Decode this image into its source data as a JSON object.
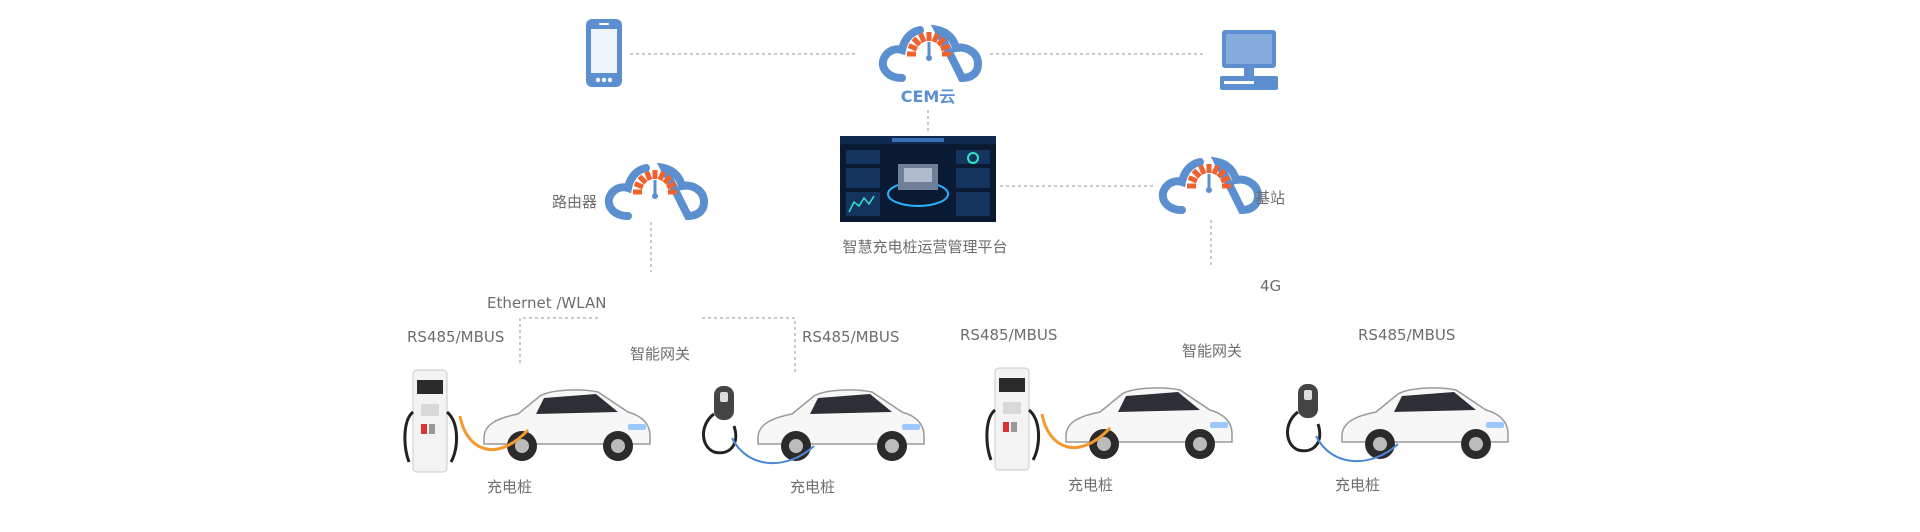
{
  "colors": {
    "cloud_blue": "#5b8fd0",
    "gauge_orange": "#f0622d",
    "device_blue": "#5b8fd0",
    "line_gray": "#b9b9b9",
    "text_gray": "#6d6d6d"
  },
  "icons": [
    "smartphone-icon",
    "cloud-gauge-icon",
    "desktop-computer-icon",
    "dashboard-screen-icon",
    "charging-station-icon",
    "electric-car-icon"
  ],
  "top": {
    "cloud_label": "CEM云"
  },
  "platform": {
    "label": "智慧充电桩运营管理平台"
  },
  "router": {
    "label": "路由器"
  },
  "base_station": {
    "label": "基站",
    "link_label": "4G"
  },
  "network": {
    "ethernet_label": "Ethernet /WLAN",
    "gateway_label_1": "智能网关",
    "gateway_label_2": "智能网关"
  },
  "groups": [
    {
      "protocol": "RS485/MBUS",
      "label": "充电桩"
    },
    {
      "protocol": "RS485/MBUS",
      "label": "充电桩"
    },
    {
      "protocol": "RS485/MBUS",
      "label": "充电桩"
    },
    {
      "protocol": "RS485/MBUS",
      "label": "充电桩"
    }
  ]
}
